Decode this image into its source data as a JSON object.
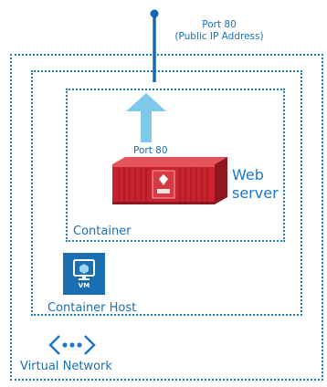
{
  "public_port": {
    "line1": "Port 80",
    "line2": "(Public IP Address)"
  },
  "inner_port": "Port 80",
  "web_server": {
    "line1": "Web",
    "line2": "server"
  },
  "container_label": "Container",
  "container_host_label": "Container Host",
  "vm_label": "VM",
  "virtual_network_label": "Virtual Network",
  "colors": {
    "border": "#1c7dc5",
    "line": "#1565b8",
    "arrow": "#7ec8ea",
    "container_red": "#c8222e",
    "vm_tile": "#1a6fb3",
    "text": "#1b6fb5"
  },
  "icons": {
    "public_connector": "pin-line-icon",
    "arrow": "up-arrow-icon",
    "container": "shipping-container-icon",
    "vm": "virtual-machine-icon",
    "network": "virtual-network-icon"
  }
}
